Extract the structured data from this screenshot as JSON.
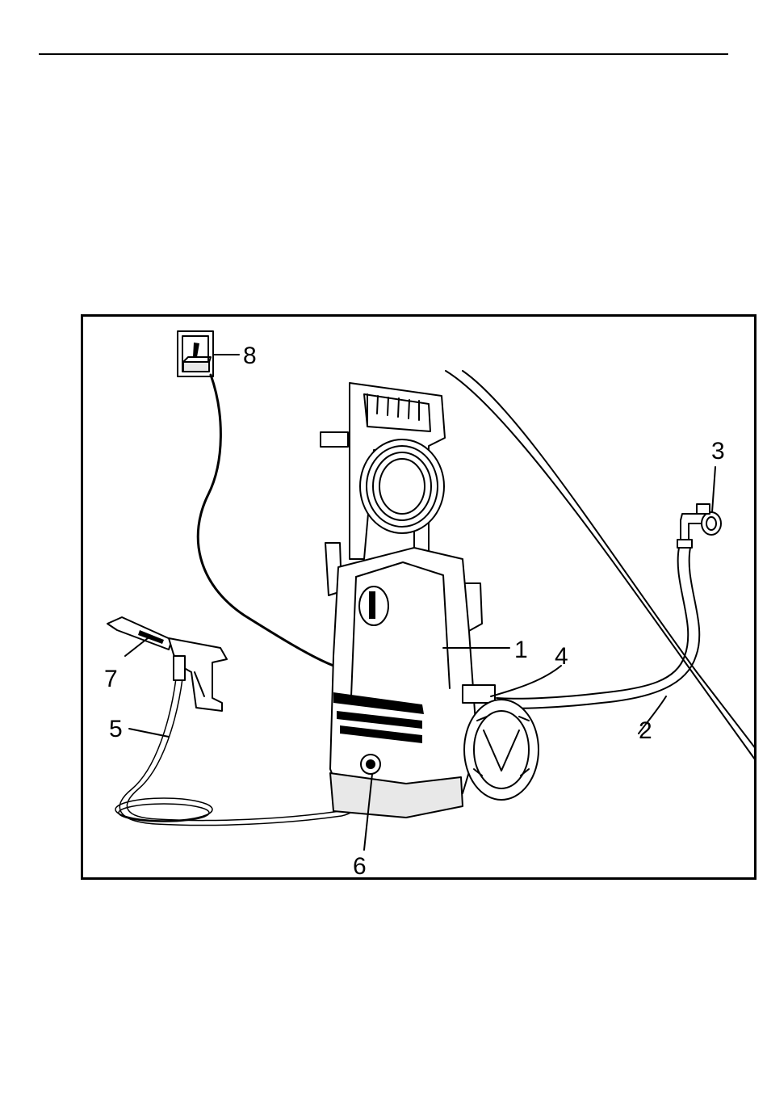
{
  "figure": {
    "callouts": [
      {
        "id": "1",
        "label": "1"
      },
      {
        "id": "2",
        "label": "2"
      },
      {
        "id": "3",
        "label": "3"
      },
      {
        "id": "4",
        "label": "4"
      },
      {
        "id": "5",
        "label": "5"
      },
      {
        "id": "6",
        "label": "6"
      },
      {
        "id": "7",
        "label": "7"
      },
      {
        "id": "8",
        "label": "8"
      }
    ]
  }
}
